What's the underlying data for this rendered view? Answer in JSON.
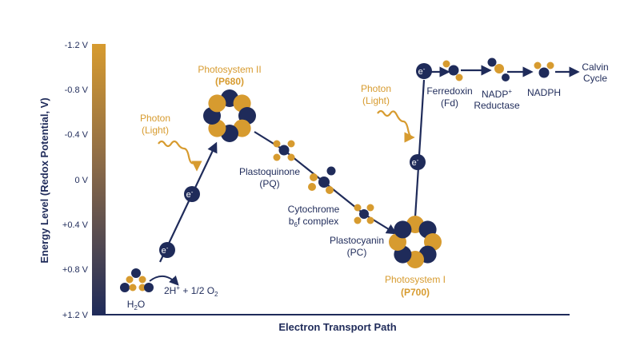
{
  "colors": {
    "navy": "#1f2b5a",
    "gold": "#d79b2f",
    "white": "#ffffff"
  },
  "axis": {
    "y_label": "Energy Level (Redox Potential, V)",
    "x_label": "Electron Transport Path",
    "y_ticks": [
      "-1.2 V",
      "-0.8 V",
      "-0.4 V",
      "0 V",
      "+0.4 V",
      "+0.8 V",
      "+1.2 V"
    ]
  },
  "labels": {
    "photosystem_ii_name": "Photosystem II",
    "photosystem_ii_code": "(P680)",
    "photosystem_i_name": "Photosystem I",
    "photosystem_i_code": "(P700)",
    "photon_1_line1": "Photon",
    "photon_1_line2": "(Light)",
    "photon_2_line1": "Photon",
    "photon_2_line2": "(Light)",
    "plastoquinone_line1": "Plastoquinone",
    "plastoquinone_line2": "(PQ)",
    "cytochrome_line1": "Cytochrome",
    "cytochrome_line2_prefix": "b",
    "cytochrome_line2_sub": "6",
    "cytochrome_line2_suffix": "f complex",
    "plastocyanin_line1": "Plastocyanin",
    "plastocyanin_line2": "(PC)",
    "ferredoxin_line1": "Ferredoxin",
    "ferredoxin_line2": "(Fd)",
    "nadp_reductase_line1_prefix": "NADP",
    "nadp_reductase_line1_sup": "+",
    "nadp_reductase_line2": "Reductase",
    "nadph": "NADPH",
    "calvin_line1": "Calvin",
    "calvin_line2": "Cycle",
    "water_prefix": "H",
    "water_sub": "2",
    "water_suffix": "O",
    "products_a": "2H",
    "products_a_sup": "+",
    "products_b": " + 1/2 O",
    "products_b_sub": "2",
    "electron_label": "e",
    "electron_sup": "-"
  }
}
